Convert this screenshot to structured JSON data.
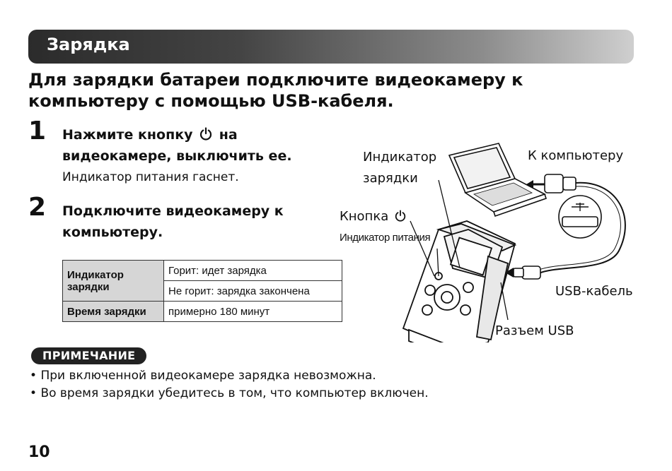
{
  "section": {
    "title": "Зарядка"
  },
  "subtitle_line1": "Для зарядки батареи подключите видеокамеру к",
  "subtitle_line2": "компьютеру с помощью USB-кабеля.",
  "steps": [
    {
      "number": "1",
      "line1_before": "Нажмите кнопку",
      "line1_after": "на",
      "line2": "видеокамере, выключить ее.",
      "note": "Индикатор питания гаснет."
    },
    {
      "number": "2",
      "line1": "Подключите видеокамеру к",
      "line2": "компьютеру."
    }
  ],
  "table": {
    "row1_key": "Индикатор зарядки",
    "row1_value_a": "Горит: идет зарядка",
    "row1_value_b": "Не горит: зарядка закончена",
    "row2_key": "Время зарядки",
    "row2_value": "примерно 180 минут"
  },
  "illustration": {
    "charge_indicator_line1": "Индикатор",
    "charge_indicator_line2": "зарядки",
    "to_computer": "К компьютеру",
    "button_label": "Кнопка",
    "power_indicator": "Индикатор питания",
    "usb_cable": "USB-кабель",
    "usb_port": "Разъем USB"
  },
  "note": {
    "label": "ПРИМЕЧАНИЕ",
    "items": [
      "При включенной видеокамере зарядка невозможна.",
      "Во время зарядки убедитесь в том, что компьютер включен."
    ]
  },
  "page_number": "10",
  "icons": {
    "power": "power-icon"
  }
}
